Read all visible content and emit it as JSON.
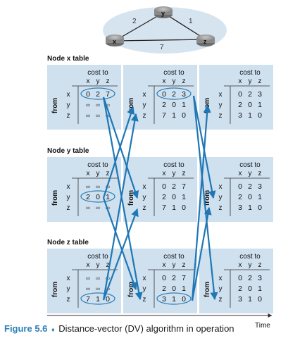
{
  "topology": {
    "nodes": [
      "x",
      "y",
      "z"
    ],
    "link_costs": {
      "x_y": "2",
      "y_z": "1",
      "x_z": "7"
    }
  },
  "section_titles": [
    "Node x table",
    "Node y table",
    "Node z table"
  ],
  "table_labels": {
    "cost_to": "cost to",
    "from": "from",
    "columns": [
      "x",
      "y",
      "z"
    ],
    "rows": [
      "x",
      "y",
      "z"
    ]
  },
  "tables": [
    [
      {
        "cells": [
          [
            "0",
            "2",
            "7"
          ],
          [
            "∞",
            "∞",
            "∞"
          ],
          [
            "∞",
            "∞",
            "∞"
          ]
        ],
        "highlight_row": 0
      },
      {
        "cells": [
          [
            "0",
            "2",
            "3"
          ],
          [
            "2",
            "0",
            "1"
          ],
          [
            "7",
            "1",
            "0"
          ]
        ],
        "highlight_row": 0
      },
      {
        "cells": [
          [
            "0",
            "2",
            "3"
          ],
          [
            "2",
            "0",
            "1"
          ],
          [
            "3",
            "1",
            "0"
          ]
        ],
        "highlight_row": null
      }
    ],
    [
      {
        "cells": [
          [
            "∞",
            "∞",
            "∞"
          ],
          [
            "2",
            "0",
            "1"
          ],
          [
            "∞",
            "∞",
            "∞"
          ]
        ],
        "highlight_row": 1
      },
      {
        "cells": [
          [
            "0",
            "2",
            "7"
          ],
          [
            "2",
            "0",
            "1"
          ],
          [
            "7",
            "1",
            "0"
          ]
        ],
        "highlight_row": null
      },
      {
        "cells": [
          [
            "0",
            "2",
            "3"
          ],
          [
            "2",
            "0",
            "1"
          ],
          [
            "3",
            "1",
            "0"
          ]
        ],
        "highlight_row": null
      }
    ],
    [
      {
        "cells": [
          [
            "∞",
            "∞",
            "∞"
          ],
          [
            "∞",
            "∞",
            "∞"
          ],
          [
            "7",
            "1",
            "0"
          ]
        ],
        "highlight_row": 2
      },
      {
        "cells": [
          [
            "0",
            "2",
            "7"
          ],
          [
            "2",
            "0",
            "1"
          ],
          [
            "3",
            "1",
            "0"
          ]
        ],
        "highlight_row": 2
      },
      {
        "cells": [
          [
            "0",
            "2",
            "3"
          ],
          [
            "2",
            "0",
            "1"
          ],
          [
            "3",
            "1",
            "0"
          ]
        ],
        "highlight_row": null
      }
    ]
  ],
  "time_label": "Time",
  "caption": {
    "figure_label": "Figure 5.6",
    "separator": "♦",
    "text": "Distance-vector (DV) algorithm in operation"
  },
  "colors": {
    "table_fill": "#cfe0ef",
    "arrow": "#1f77b4",
    "highlight_ring": "#2c7fb8",
    "router": "#9a9a9a",
    "cloud": "#d6e4f0"
  }
}
